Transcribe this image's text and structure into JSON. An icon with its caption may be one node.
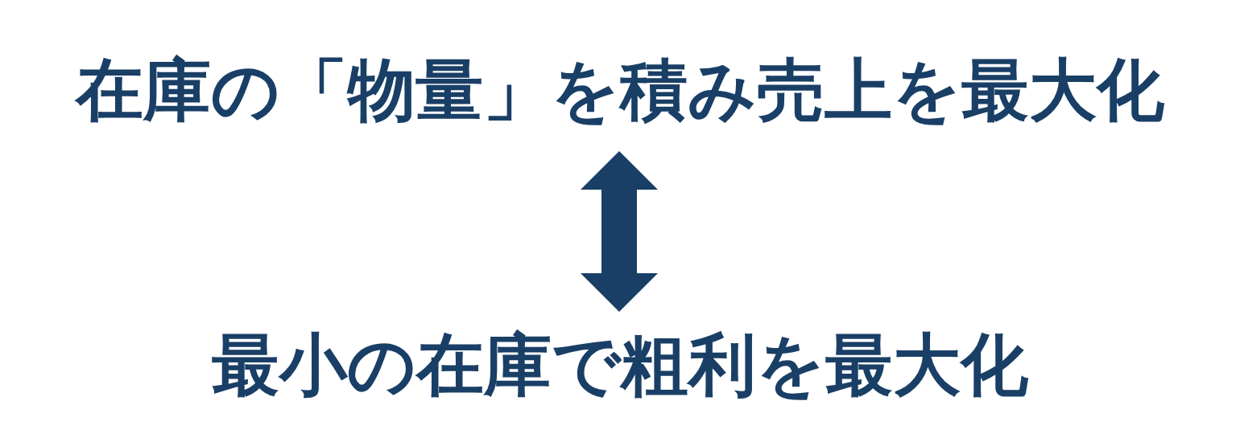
{
  "diagram": {
    "nodes": [
      {
        "text": [
          "在庫の「物量」を積み売上を最大化"
        ]
      },
      {
        "text": [
          "最小の在庫で粗利を最大化"
        ]
      }
    ],
    "edges": [
      {
        "from": 0,
        "to": 1,
        "arrow": "both"
      }
    ]
  }
}
